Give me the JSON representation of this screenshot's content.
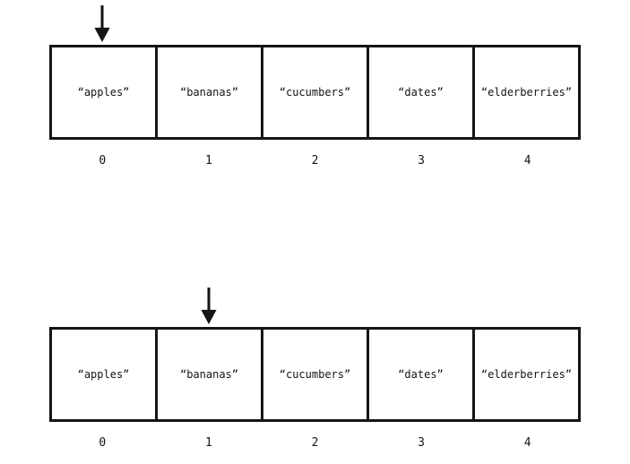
{
  "page": {
    "background_color": "#ffffff",
    "ink_color": "#151515"
  },
  "diagrams": [
    {
      "name": "array-state-before",
      "arrow_index": 0,
      "cells": [
        "“apples”",
        "“bananas”",
        "“cucumbers”",
        "“dates”",
        "“elderberries”"
      ],
      "indices": [
        "0",
        "1",
        "2",
        "3",
        "4"
      ]
    },
    {
      "name": "array-state-after",
      "arrow_index": 1,
      "cells": [
        "“apples”",
        "“bananas”",
        "“cucumbers”",
        "“dates”",
        "“elderberries”"
      ],
      "indices": [
        "0",
        "1",
        "2",
        "3",
        "4"
      ]
    }
  ]
}
